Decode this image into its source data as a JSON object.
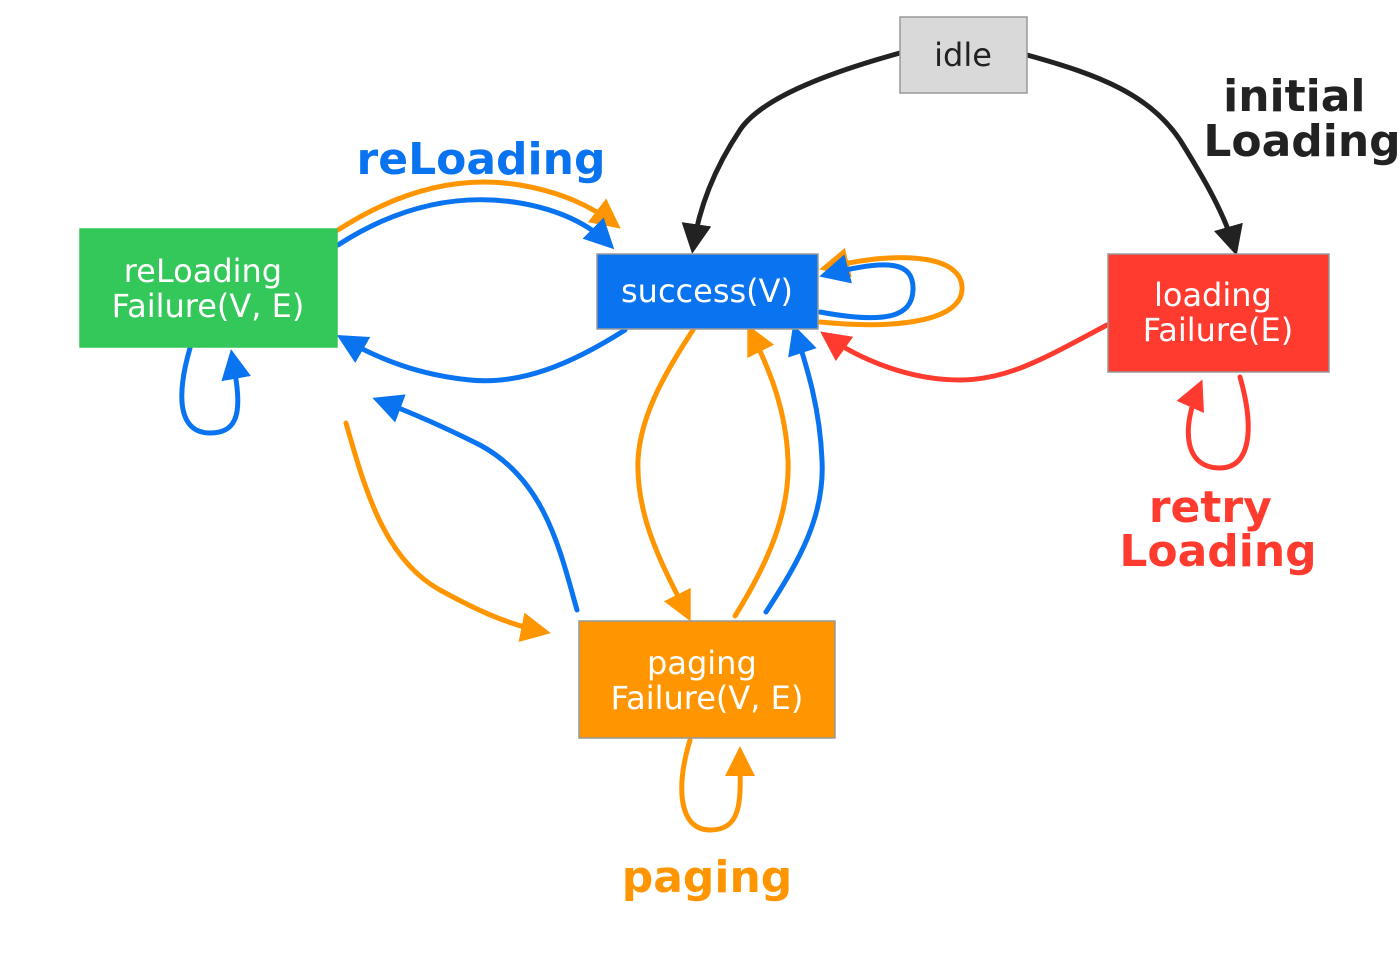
{
  "colors": {
    "black": "#222222",
    "blue": "#0a74f0",
    "orange": "#ff9500",
    "red": "#ff3b30",
    "green": "#34c759",
    "gray_fill": "#d9d9d9",
    "gray_stroke": "#999999",
    "white": "#ffffff"
  },
  "nodes": {
    "idle": {
      "lines": [
        "idle"
      ]
    },
    "success": {
      "lines": [
        "success(V)"
      ]
    },
    "reloading_failure": {
      "lines": [
        "reLoading",
        "Failure(V, E)"
      ]
    },
    "loading_failure": {
      "lines": [
        "loading",
        "Failure(E)"
      ]
    },
    "paging_failure": {
      "lines": [
        "paging",
        "Failure(V, E)"
      ]
    }
  },
  "labels": {
    "initial_loading": [
      "initial",
      "Loading"
    ],
    "reloading": [
      "reLoading"
    ],
    "retry_loading": [
      "retry",
      "Loading"
    ],
    "paging": [
      "paging"
    ]
  }
}
